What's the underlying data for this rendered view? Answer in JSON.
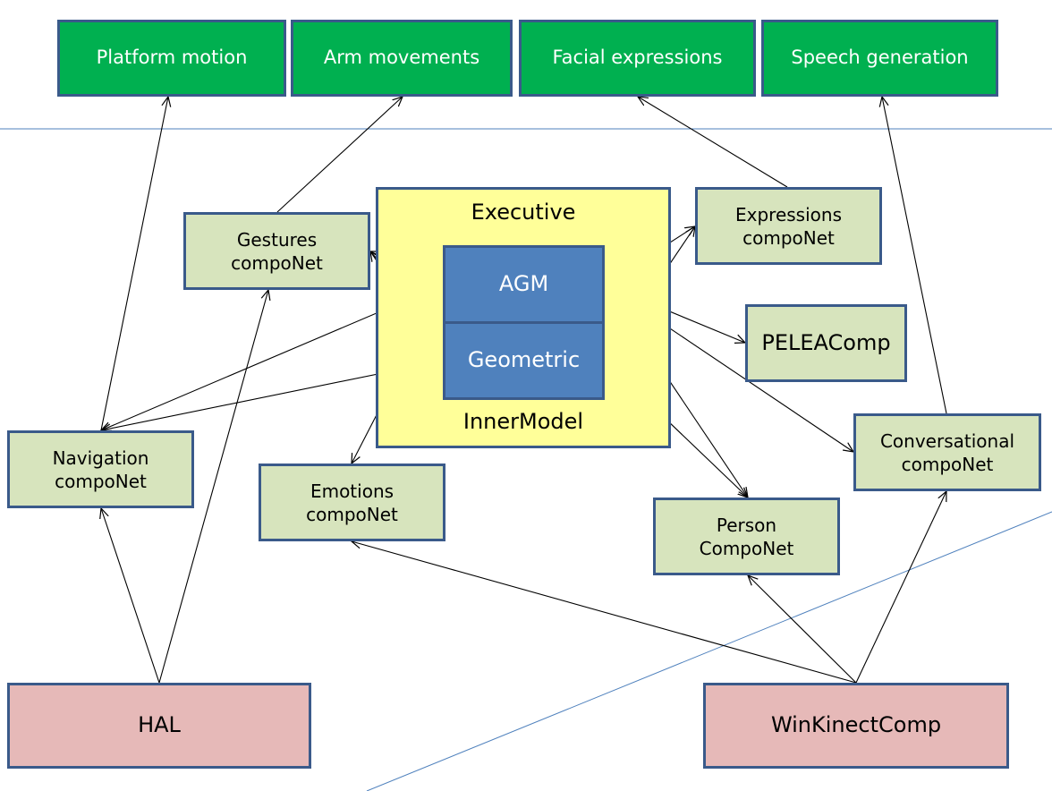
{
  "outputs": {
    "platform_motion": "Platform motion",
    "arm_movements": "Arm movements",
    "facial_expressions": "Facial expressions",
    "speech_generation": "Speech generation"
  },
  "executive": {
    "title": "Executive",
    "agm": "AGM",
    "geometric": "Geometric",
    "innermodel": "InnerModel"
  },
  "components": {
    "gestures": [
      "Gestures",
      "compoNet"
    ],
    "expressions": [
      "Expressions",
      "compoNet"
    ],
    "pelea": "PELEAComp",
    "navigation": [
      "Navigation",
      "compoNet"
    ],
    "emotions": [
      "Emotions",
      "compoNet"
    ],
    "conversational": [
      "Conversational",
      "compoNet"
    ],
    "person": [
      "Person",
      "CompoNet"
    ]
  },
  "hardware": {
    "hal": "HAL",
    "winkinect": "WinKinectComp"
  },
  "colors": {
    "output_fill": "#00b050",
    "component_fill": "#d7e4bd",
    "hardware_fill": "#e6b9b8",
    "executive_fill": "#ffff99",
    "model_fill": "#4f81bd",
    "border": "#3a5a8a",
    "separator": "#4f81bd"
  },
  "edges": [
    {
      "from": "navigation",
      "to": "platform_motion",
      "type": "directed"
    },
    {
      "from": "gestures",
      "to": "arm_movements",
      "type": "directed"
    },
    {
      "from": "expressions",
      "to": "facial_expressions",
      "type": "directed"
    },
    {
      "from": "conversational",
      "to": "speech_generation",
      "type": "directed"
    },
    {
      "from": "hal",
      "to": "navigation",
      "type": "directed"
    },
    {
      "from": "hal",
      "to": "gestures",
      "type": "directed"
    },
    {
      "from": "winkinect",
      "to": "emotions",
      "type": "directed"
    },
    {
      "from": "winkinect",
      "to": "person",
      "type": "directed"
    },
    {
      "from": "winkinect",
      "to": "conversational",
      "type": "directed"
    },
    {
      "from": "gestures",
      "to": "agm",
      "type": "bidirectional"
    },
    {
      "from": "gestures",
      "to": "geometric",
      "type": "bidirectional"
    },
    {
      "from": "navigation",
      "to": "agm",
      "type": "bidirectional"
    },
    {
      "from": "navigation",
      "to": "geometric",
      "type": "bidirectional"
    },
    {
      "from": "emotions",
      "to": "agm",
      "type": "bidirectional"
    },
    {
      "from": "expressions",
      "to": "agm",
      "type": "bidirectional"
    },
    {
      "from": "expressions",
      "to": "geometric",
      "type": "bidirectional"
    },
    {
      "from": "pelea",
      "to": "agm",
      "type": "bidirectional"
    },
    {
      "from": "conversational",
      "to": "agm",
      "type": "bidirectional"
    },
    {
      "from": "person",
      "to": "agm",
      "type": "bidirectional"
    },
    {
      "from": "person",
      "to": "geometric",
      "type": "bidirectional"
    }
  ]
}
